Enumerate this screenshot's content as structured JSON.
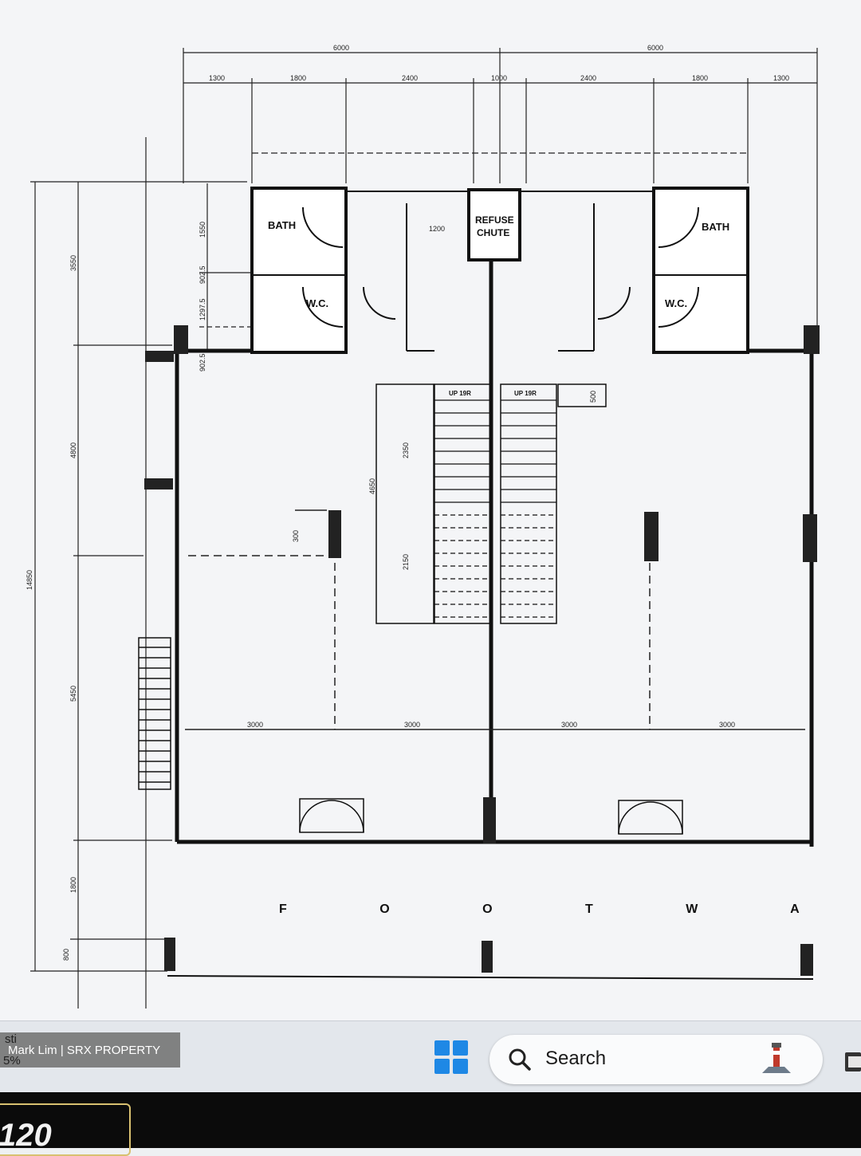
{
  "plan": {
    "rooms": {
      "bath": "BATH",
      "wc": "W.C.",
      "refuse": "REFUSE",
      "chute": "CHUTE",
      "up": "UP 19R",
      "footway": "F O O T W A Y"
    },
    "dimensions": {
      "top_overall": [
        "6000",
        "6000"
      ],
      "top_segments": [
        "1300",
        "1800",
        "2400",
        "1000",
        "2400",
        "1800",
        "1300"
      ],
      "left_overall": "14850",
      "left_segments": [
        "3550",
        "4800",
        "5450",
        "1800",
        "800"
      ],
      "small_vertical": [
        "1550",
        "902.5",
        "1297.5",
        "902.5"
      ],
      "stair": [
        "2350",
        "4650",
        "2150"
      ],
      "bay_widths": [
        "3000",
        "3000",
        "3000",
        "3000"
      ],
      "misc": [
        "1200",
        "500",
        "300"
      ]
    }
  },
  "taskbar": {
    "watermark_top": "sti",
    "watermark": "Mark Lim | SRX PROPERTY",
    "watermark_bottom": "5%",
    "search_label": "Search"
  },
  "bottom_badge": "120"
}
